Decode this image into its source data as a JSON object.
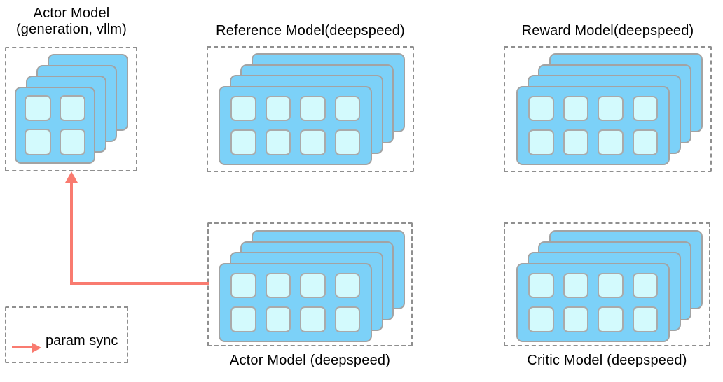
{
  "diagram": {
    "groups": [
      {
        "id": "actor-vllm",
        "label_line1": "Actor Model",
        "label_line2": "(generation, vllm)",
        "cards": 4,
        "grid_cols": 2,
        "grid_rows": 2,
        "label_position": "top"
      },
      {
        "id": "reference",
        "label": "Reference Model(deepspeed)",
        "cards": 4,
        "grid_cols": 4,
        "grid_rows": 2,
        "label_position": "top"
      },
      {
        "id": "reward",
        "label": "Reward Model(deepspeed)",
        "cards": 4,
        "grid_cols": 4,
        "grid_rows": 2,
        "label_position": "top"
      },
      {
        "id": "actor-deepspeed",
        "label": "Actor Model (deepspeed)",
        "cards": 4,
        "grid_cols": 4,
        "grid_rows": 2,
        "label_position": "bottom"
      },
      {
        "id": "critic",
        "label": "Critic Model (deepspeed)",
        "cards": 4,
        "grid_cols": 4,
        "grid_rows": 2,
        "label_position": "bottom"
      }
    ],
    "legend": {
      "label": "param sync"
    },
    "param_sync_arrow": {
      "from": "Actor Model (deepspeed)",
      "to": "Actor Model (generation, vllm)"
    },
    "colors": {
      "card_fill": "#7cd1f8",
      "card_border": "#a3a3a3",
      "cell_fill": "#d3fafd",
      "cell_border": "#aaaaaa",
      "dashed_border": "#8f8f8f",
      "arrow": "#f97b70",
      "text": "#000000"
    }
  }
}
